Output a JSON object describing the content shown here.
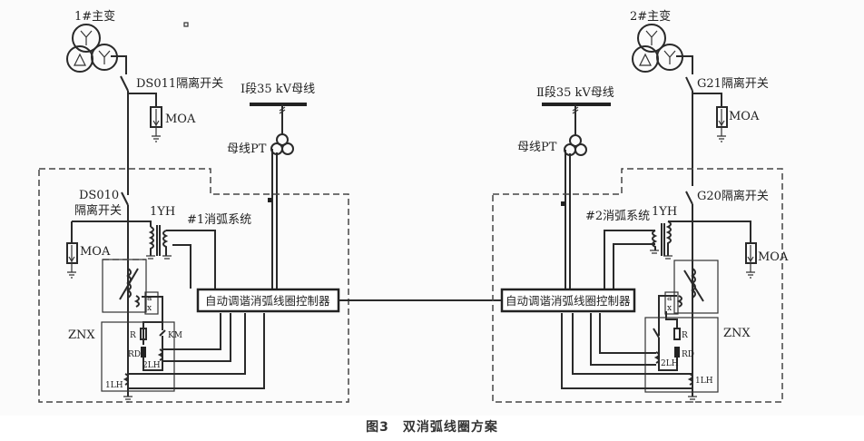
{
  "caption": "图3　双消弧线圈方案",
  "left": {
    "transformer": "1#主变",
    "upper_switch": "DS011隔离开关",
    "upper_arrester": "MOA",
    "bus": "Ⅰ段35 kV母线",
    "bus_pt": "母线PT",
    "lower_switch_line1": "DS010",
    "lower_switch_line2": "隔离开关",
    "lower_arrester": "MOA",
    "grounding_transformer": "1YH",
    "system_label": "#1消弧系统",
    "controller": "自动调谐消弧线圈控制器",
    "znx": "ZNX",
    "resistor": "R",
    "fuse": "RD",
    "contactor": "KM",
    "ct2": "2LH",
    "ct1": "1LH",
    "coil_a": "a",
    "coil_x": "x"
  },
  "right": {
    "transformer": "2#主变",
    "upper_switch": "G21隔离开关",
    "upper_arrester": "MOA",
    "bus": "Ⅱ段35 kV母线",
    "bus_pt": "母线PT",
    "lower_switch": "G20隔离开关",
    "lower_arrester": "MOA",
    "grounding_transformer": "1YH",
    "system_label": "#2消弧系统",
    "controller": "自动调谐消弧线圈控制器",
    "znx": "ZNX",
    "resistor": "R",
    "fuse": "RD",
    "ct2": "2LH",
    "ct1": "1LH",
    "coil_a": "a",
    "coil_x": "x"
  }
}
